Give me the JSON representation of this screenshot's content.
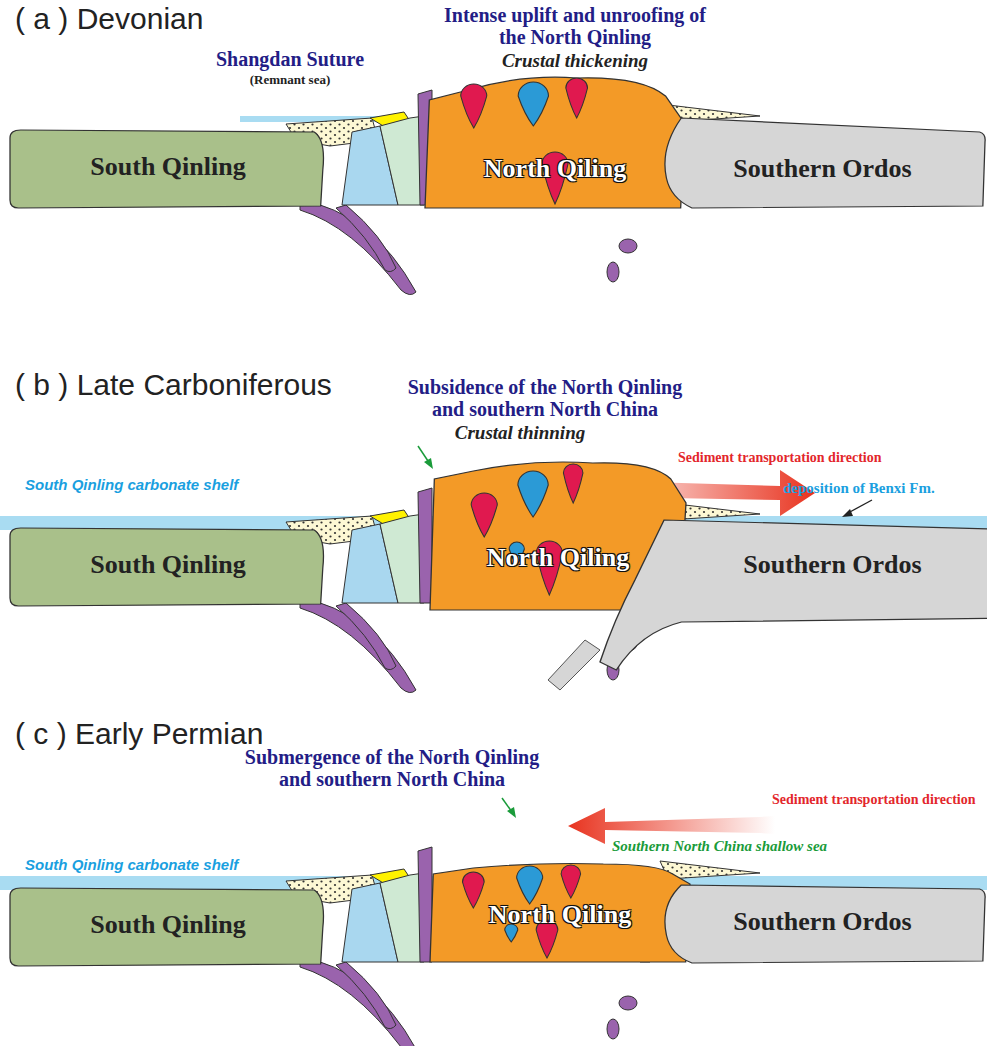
{
  "diagram": {
    "nodes": [
      {
        "text": [
          "South Qinling"
        ]
      },
      {
        "text": [
          "North Qiling"
        ]
      },
      {
        "text": [
          "Southern Ordos"
        ]
      },
      {
        "text": [
          "South Qinling"
        ]
      },
      {
        "text": [
          "North Qiling"
        ]
      },
      {
        "text": [
          "Southern Ordos"
        ]
      },
      {
        "text": [
          "South Qinling"
        ]
      },
      {
        "text": [
          "North Qiling"
        ]
      },
      {
        "text": [
          "Southern Ordos"
        ]
      }
    ],
    "labels": [
      "( a ) Devonian",
      "Intense uplift and unroofing of the North Qinling",
      "Crustal thickening",
      "Shangdan Suture",
      "(Remnant sea)",
      "( b ) Late Carboniferous",
      "Subsidence of the North Qinling and southern North China",
      "Crustal thinning",
      "Sediment transportation direction",
      "deposition of Benxi Fm.",
      "South Qinling carbonate shelf",
      "( c ) Early Permian",
      "Submergence of the North Qinling and southern North China",
      "Sediment transportation direction",
      "Southern North China shallow sea",
      "South Qinling carbonate shelf"
    ]
  }
}
